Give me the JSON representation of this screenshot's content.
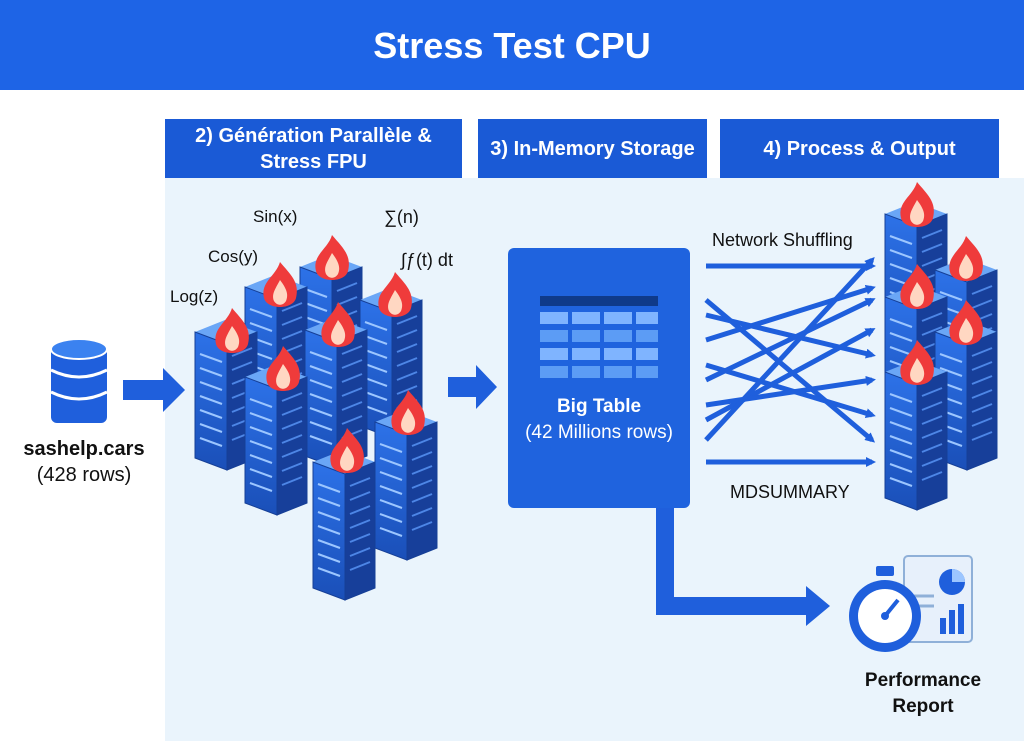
{
  "title": "Stress Test CPU",
  "headers": {
    "generation": "2) Génération Parallèle & Stress FPU",
    "storage": "3) In-Memory Storage",
    "process": "4) Process & Output"
  },
  "source": {
    "name": "sashelp.cars",
    "rows": "(428 rows)"
  },
  "formulas": {
    "sin": "Sin(x)",
    "sum": "∑(n)",
    "cos": "Cos(y)",
    "integral": "∫ƒ(t) dt",
    "log": "Log(z)"
  },
  "big_table": {
    "title": "Big Table",
    "rows": "(42 Millions rows)"
  },
  "labels": {
    "network": "Network Shuffling",
    "mdsummary": "MDSUMMARY"
  },
  "report": {
    "line1": "Performance",
    "line2": "Report"
  },
  "colors": {
    "title_bar": "#1e64e6",
    "header": "#1a5ad6",
    "panel": "#eaf4fc",
    "arrow": "#1f5fdc",
    "flame": "#ef3b3b"
  },
  "icons": [
    "database-icon",
    "server-rack-icon",
    "flame-icon",
    "table-icon",
    "stopwatch-icon",
    "report-document-icon"
  ]
}
